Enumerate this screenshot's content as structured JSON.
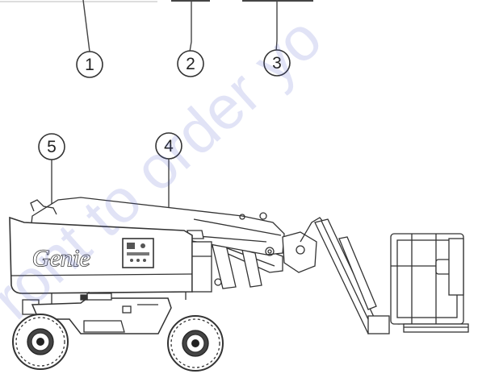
{
  "callouts": [
    {
      "id": "1",
      "label": "1"
    },
    {
      "id": "2",
      "label": "2"
    },
    {
      "id": "3",
      "label": "3"
    },
    {
      "id": "4",
      "label": "4"
    },
    {
      "id": "5",
      "label": "5"
    }
  ],
  "machine": {
    "brand_label": "Genie"
  },
  "watermark": {
    "text": "ront to order yo"
  },
  "colors": {
    "line": "#333333",
    "watermark": "#4a59c9",
    "background": "#ffffff"
  }
}
